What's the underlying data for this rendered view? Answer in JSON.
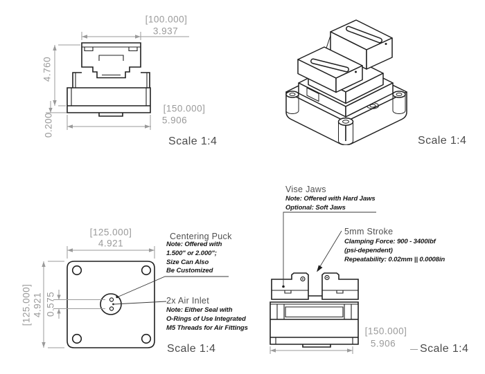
{
  "drawing": {
    "views": {
      "front": {
        "scale_label": "Scale 1:4",
        "dims": {
          "width_mm": "[100.000]",
          "width_in": "3.937",
          "height_in": "4.760",
          "base_thickness_in": "0.200",
          "base_width_mm": "[150.000]",
          "base_width_in": "5.906"
        }
      },
      "isometric": {
        "scale_label": "Scale 1:4"
      },
      "top": {
        "scale_label": "Scale 1:4",
        "dims": {
          "width_mm": "[125.000]",
          "width_in": "4.921",
          "height_mm": "[125.000]",
          "height_in": "4.921",
          "inlet_spacing_in": "0.575"
        }
      },
      "side": {
        "scale_label": "Scale 1:4",
        "dims": {
          "width_mm": "[150.000]",
          "width_in": "5.906"
        }
      }
    },
    "annotations": {
      "centering_puck": {
        "title": "Centering Puck",
        "lines": [
          "Note: Offered with",
          "1.500\" or 2.000\";",
          "Size Can Also",
          "Be Customized"
        ]
      },
      "air_inlet": {
        "title": "2x Air Inlet",
        "lines": [
          "Note: Either Seal with",
          "O-Rings of Use Integrated",
          "M5 Threads for Air Fittings"
        ]
      },
      "vise_jaws": {
        "title": "Vise Jaws",
        "lines": [
          "Note: Offered with Hard Jaws",
          "Optional: Soft Jaws"
        ]
      },
      "stroke": {
        "title": "5mm Stroke",
        "lines": [
          "Clamping Force: 900 - 3400lbf",
          "(psi-dependent)",
          "Repeatability: 0.02mm || 0.0008in"
        ]
      }
    },
    "colors": {
      "line": "#1f1f1f",
      "dim": "#9a9a9a",
      "text_dark": "#4a4a4a",
      "note": "#131313"
    }
  }
}
